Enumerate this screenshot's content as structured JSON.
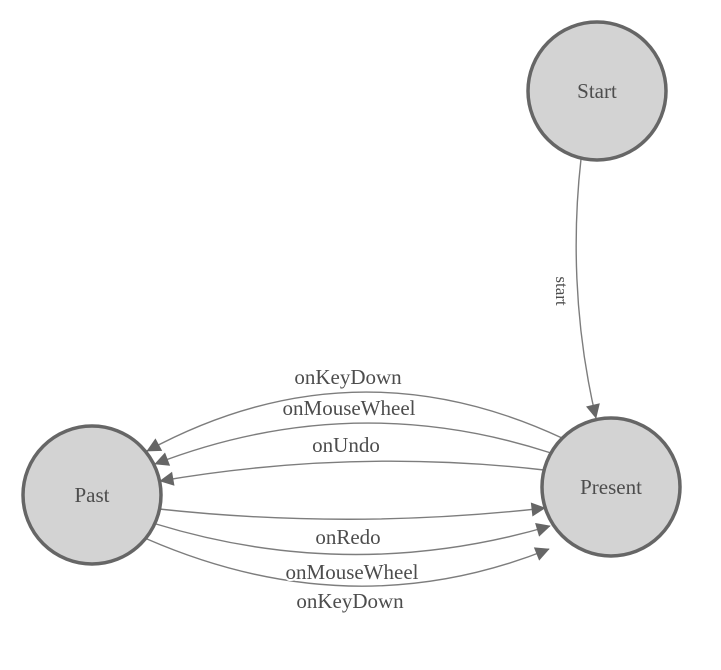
{
  "colors": {
    "background": "#ffffff",
    "node_fill": "#d3d3d3",
    "node_stroke": "#666666",
    "edge_line": "#7d7d7d",
    "arrow_fill": "#666666",
    "label_text": "#4d4d4d"
  },
  "nodes": {
    "start": {
      "label": "Start"
    },
    "past": {
      "label": "Past"
    },
    "present": {
      "label": "Present"
    }
  },
  "edges": {
    "start_transition": {
      "label": "start",
      "from": "Start",
      "to": "Present"
    },
    "present_to_past": [
      {
        "label": "onKeyDown",
        "from": "Present",
        "to": "Past"
      },
      {
        "label": "onMouseWheel",
        "from": "Present",
        "to": "Past"
      },
      {
        "label": "onUndo",
        "from": "Present",
        "to": "Past"
      }
    ],
    "past_to_present": [
      {
        "label": "onRedo",
        "from": "Past",
        "to": "Present"
      },
      {
        "label": "onMouseWheel",
        "from": "Past",
        "to": "Present"
      },
      {
        "label": "onKeyDown",
        "from": "Past",
        "to": "Present"
      }
    ]
  }
}
